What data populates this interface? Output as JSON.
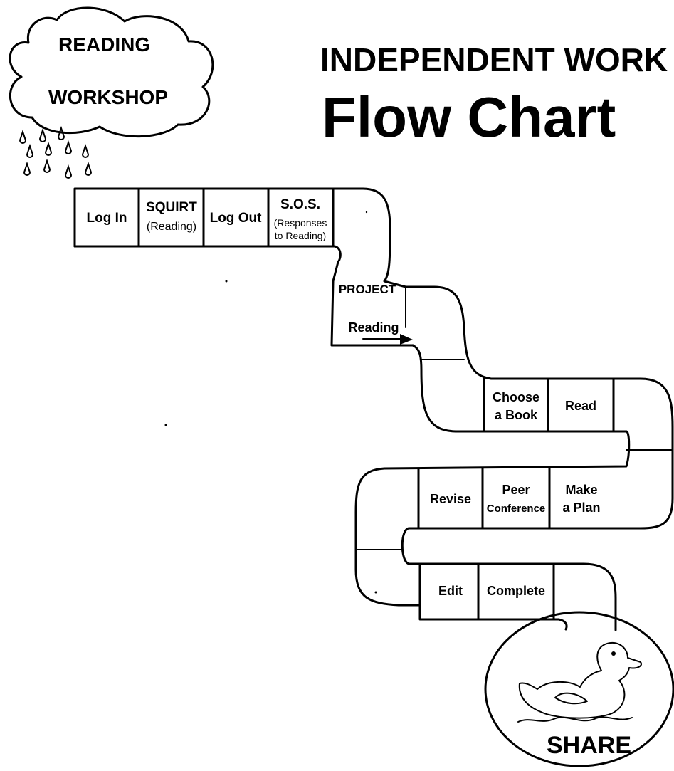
{
  "cloud": {
    "line1": "READING",
    "line2": "WORKSHOP"
  },
  "heading": {
    "line1": "INDEPENDENT WORK",
    "line2": "Flow Chart"
  },
  "steps": {
    "log_in": "Log In",
    "squirt": {
      "title": "SQUIRT",
      "sub": "(Reading)"
    },
    "log_out": "Log Out",
    "sos": {
      "title": "S.O.S.",
      "sub1": "(Responses",
      "sub2": "to Reading)"
    },
    "project": {
      "title": "PROJECT",
      "sub": "Reading"
    },
    "choose_book": {
      "line1": "Choose",
      "line2": "a Book"
    },
    "read": "Read",
    "make_plan": {
      "line1": "Make",
      "line2": "a Plan"
    },
    "peer_conference": {
      "line1": "Peer",
      "line2": "Conference"
    },
    "revise": "Revise",
    "edit": "Edit",
    "complete": "Complete"
  },
  "finish": {
    "label": "SHARE",
    "icon": "duck-icon"
  },
  "colors": {
    "ink": "#000000",
    "paper": "#ffffff"
  }
}
